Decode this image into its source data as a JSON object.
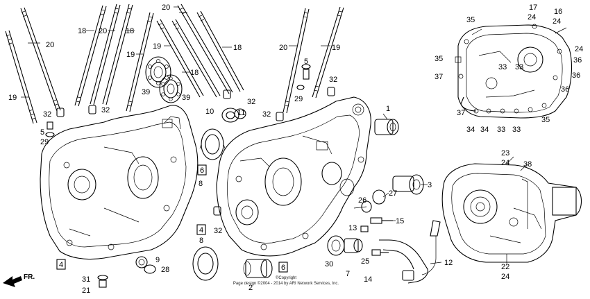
{
  "diagram": {
    "direction_label": "FR.",
    "copyright_lines": [
      "©Copyright",
      "Page design ©2004 - 2014 by ARI Network Services, Inc."
    ],
    "callouts": {
      "studs_left": [
        "19",
        "20",
        "18",
        "20",
        "18",
        "20",
        "19",
        "19",
        "18",
        "18"
      ],
      "bearings": [
        "39",
        "39"
      ],
      "small_parts": [
        "32",
        "5",
        "29",
        "32",
        "10",
        "11",
        "32",
        "32",
        "32",
        "5",
        "29"
      ],
      "case_left": [
        "8",
        "6",
        "4",
        "8",
        "9",
        "28",
        "31",
        "21",
        "4"
      ],
      "case_right": [
        "1",
        "3",
        "27",
        "26",
        "15",
        "13",
        "7",
        "30",
        "2",
        "6",
        "25",
        "14",
        "12"
      ],
      "cover_top": [
        "17",
        "24",
        "16",
        "24",
        "35",
        "35",
        "24",
        "36",
        "37",
        "33",
        "33",
        "36",
        "36",
        "37",
        "34",
        "34",
        "33",
        "33",
        "35"
      ],
      "cover_bottom": [
        "23",
        "24",
        "38",
        "22",
        "24"
      ]
    }
  }
}
